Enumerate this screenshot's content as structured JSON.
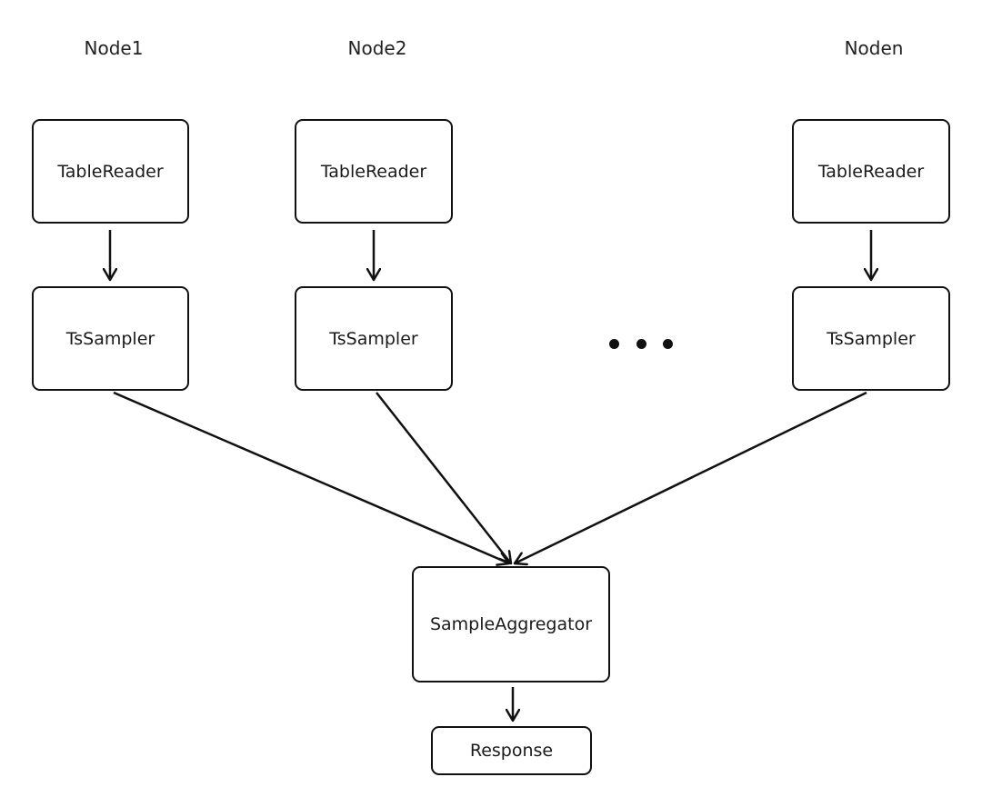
{
  "colors": {
    "line": "#111111",
    "box_border": "#111111",
    "background": "#ffffff"
  },
  "nodes": [
    {
      "title": "Node1",
      "reader": "TableReader",
      "sampler": "TsSampler"
    },
    {
      "title": "Node2",
      "reader": "TableReader",
      "sampler": "TsSampler"
    },
    {
      "title": "Noden",
      "reader": "TableReader",
      "sampler": "TsSampler"
    }
  ],
  "aggregator": {
    "label": "SampleAggregator"
  },
  "response": {
    "label": "Response"
  }
}
